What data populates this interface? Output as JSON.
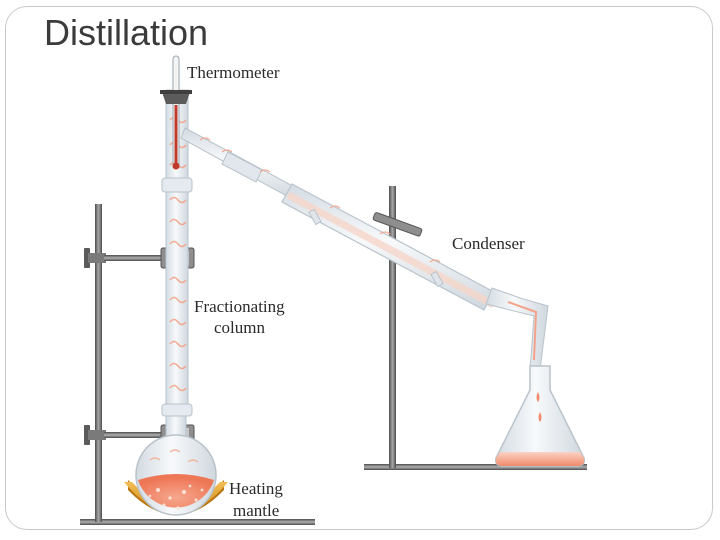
{
  "slide": {
    "title": "Distillation"
  },
  "labels": {
    "thermometer": "Thermometer",
    "condenser": "Condenser",
    "fractionating_line1": "Fractionating",
    "fractionating_line2": "column",
    "heating_line1": "Heating",
    "heating_line2": "mantle"
  },
  "colors": {
    "glass": "#e9eef2",
    "vapor": "#f2a48a",
    "liquid": "#f07a5a",
    "mantle": "#e7a21e",
    "metal": "#6a6a6a"
  }
}
